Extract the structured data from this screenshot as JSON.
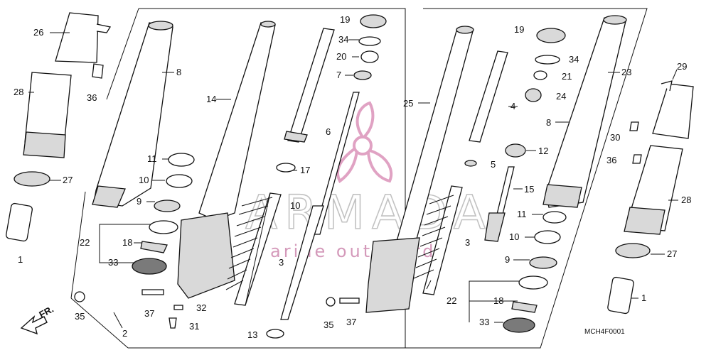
{
  "diagram": {
    "watermark": {
      "brand": "ARMADA",
      "subtitle": "arine outboards"
    },
    "diagram_code": "MCH4F0001",
    "direction_marker": "FR.",
    "callouts": {
      "c1": "1",
      "c2": "2",
      "c3": "3",
      "c4": "4",
      "c5": "5",
      "c6": "6",
      "c7": "7",
      "c8": "8",
      "c9": "9",
      "c10": "10",
      "c11": "11",
      "c12": "12",
      "c13": "13",
      "c14": "14",
      "c15": "15",
      "c17": "17",
      "c18": "18",
      "c19": "19",
      "c20": "20",
      "c21": "21",
      "c22": "22",
      "c23": "23",
      "c24": "24",
      "c25": "25",
      "c26": "26",
      "c27": "27",
      "c28": "28",
      "c29": "29",
      "c30": "30",
      "c31": "31",
      "c32": "32",
      "c33": "33",
      "c34": "34",
      "c35": "35",
      "c36": "36",
      "c37": "37"
    }
  },
  "colors": {
    "line": "#111111",
    "watermark_gray": "#9a9a9a",
    "watermark_pink": "#c06a9a"
  }
}
